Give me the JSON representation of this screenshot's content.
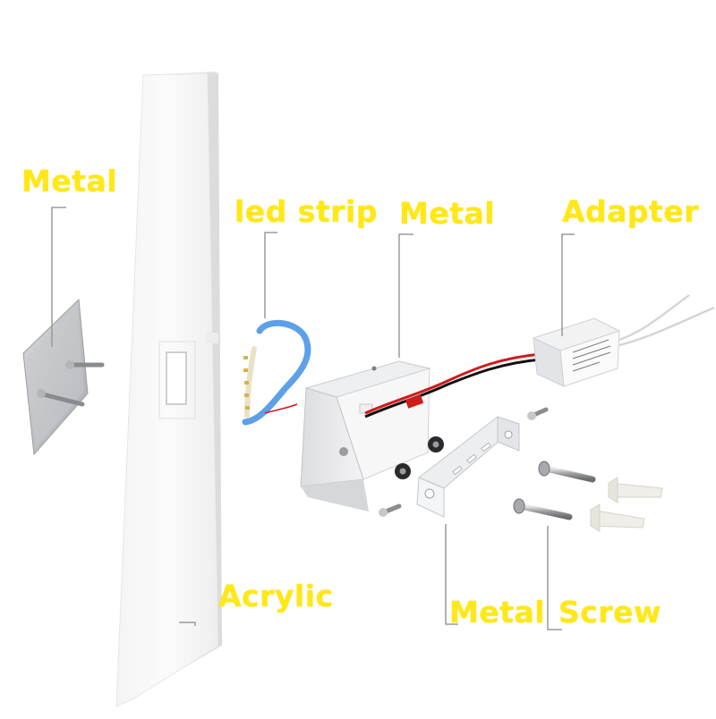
{
  "labels": {
    "metal_plate": "Metal",
    "led_strip": "led strip",
    "metal_box": "Metal",
    "adapter": "Adapter",
    "acrylic": "Acrylic",
    "metal_bracket": "Metal",
    "screw": "Screw"
  },
  "colors": {
    "label": "#ffe816",
    "leader": "#9a9a9a",
    "led_tape": "#3f8fe6",
    "wire_red": "#d11a1a",
    "wire_black": "#111111"
  }
}
